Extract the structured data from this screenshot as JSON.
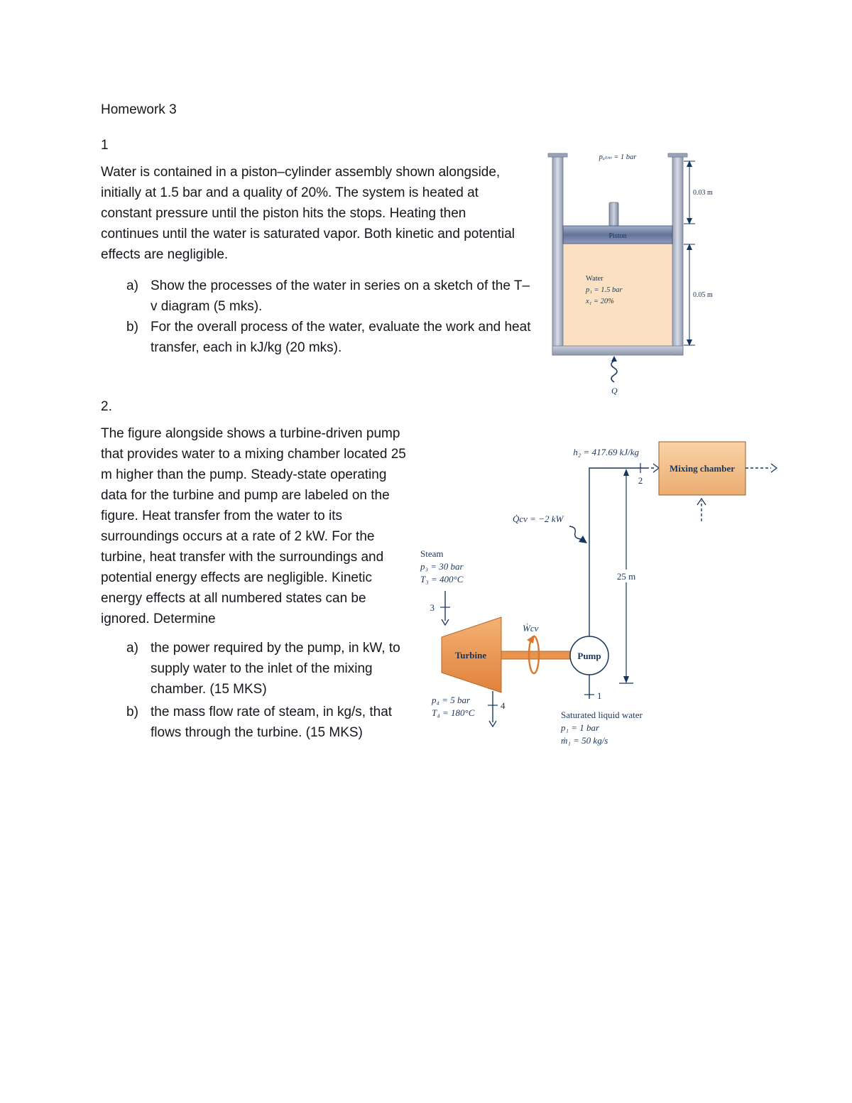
{
  "doc": {
    "title": "Homework 3",
    "p1": {
      "number": "1",
      "body": "Water is contained in a piston–cylinder assembly shown alongside, initially at 1.5 bar and a quality of 20%. The system is heated at constant pressure until the piston hits the stops. Heating then continues until the water is saturated vapor. Both kinetic and potential effects are negligible.",
      "item_a_label": "a)",
      "item_a": "Show the processes of the water in series on a sketch of the T–v diagram (5 mks).",
      "item_b_label": "b)",
      "item_b": "For the overall process of the water, evaluate the work and heat transfer, each in kJ/kg (20 mks)."
    },
    "p2": {
      "number": "2.",
      "body": "The figure alongside shows a turbine-driven pump that provides water to a mixing chamber located 25 m higher than the pump. Steady-state operating data for the turbine and pump are labeled on the figure. Heat transfer from the water to its surroundings occurs at a rate of 2 kW. For the turbine, heat transfer with the surroundings and potential energy effects are negligible. Kinetic energy effects at all numbered states can be ignored. Determine",
      "item_a_label": "a)",
      "item_a": "the power required by the pump, in kW, to supply water to the inlet of the mixing chamber. (15 MKS)",
      "item_b_label": "b)",
      "item_b": "the mass flow rate of steam, in kg/s, that flows through the turbine. (15 MKS)"
    }
  },
  "fig1": {
    "patm": "pₐₜₘ = 1 bar",
    "piston": "Piston",
    "water": "Water",
    "water_p": "p₁ = 1.5 bar",
    "water_x": "x₁ = 20%",
    "dim_top": "0.03 m",
    "dim_bottom": "0.05 m",
    "heat": "Q"
  },
  "fig2": {
    "h2": "h₂ = 417.69 kJ/kg",
    "state2": "2",
    "mixing_chamber": "Mixing chamber",
    "qcv": "Q̇cv = −2 kW",
    "steam": "Steam",
    "p3": "p₃ = 30 bar",
    "t3": "T₃ = 400°C",
    "state3": "3",
    "turbine": "Turbine",
    "wcv": "Ẇcv",
    "pump": "Pump",
    "dim_25": "25 m",
    "p4": "p₄ = 5 bar",
    "t4": "T₄ = 180°C",
    "state4": "4",
    "state1": "1",
    "sat_line1": "Saturated liquid water",
    "sat_line2": "p₁ = 1 bar",
    "sat_line3": "ṁ₁ = 50 kg/s"
  }
}
